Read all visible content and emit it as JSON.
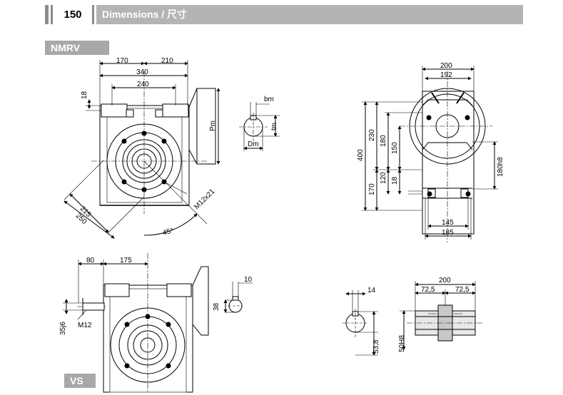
{
  "header": {
    "page_number": "150",
    "title": "Dimensions / 尺寸"
  },
  "labels": {
    "nmrv": "NMRV",
    "vs": "VS"
  },
  "dims": {
    "nmrv_170": "170",
    "nmrv_210": "210",
    "nmrv_340": "340",
    "nmrv_240": "240",
    "nmrv_18": "18",
    "nmrv_pm": "Pm",
    "nmrv_215": "215",
    "nmrv_250": "250",
    "nmrv_45": "45°",
    "nmrv_m12": "M12x21",
    "shaft_bm": "bm",
    "shaft_tm": "tm",
    "shaft_dm": "Dm",
    "side_200": "200",
    "side_192": "192",
    "side_400": "400",
    "side_230": "230",
    "side_180": "180",
    "side_150": "150",
    "side_120": "120",
    "side_170": "170",
    "side_18": "18",
    "side_180h8": "180h8",
    "side_145": "145",
    "side_185": "185",
    "vs_80": "80",
    "vs_175": "175",
    "vs_35j6": "35j6",
    "vs_m12": "M12",
    "vs_10": "10",
    "vs_38": "38",
    "bore_14": "14",
    "bore_538": "53,8",
    "bore_50h8": "50H8",
    "sect_200": "200",
    "sect_725a": "72,5",
    "sect_725b": "72,5"
  }
}
